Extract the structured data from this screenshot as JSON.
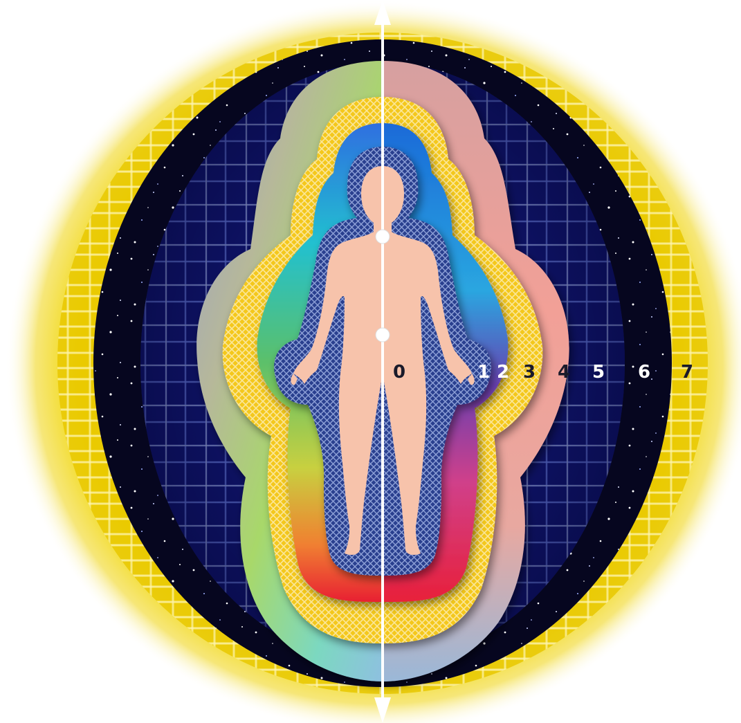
{
  "diagram": {
    "layers": [
      {
        "id": 0,
        "label": "0"
      },
      {
        "id": 1,
        "label": "1"
      },
      {
        "id": 2,
        "label": "2"
      },
      {
        "id": 3,
        "label": "3"
      },
      {
        "id": 4,
        "label": "4"
      },
      {
        "id": 5,
        "label": "5"
      },
      {
        "id": 6,
        "label": "6"
      },
      {
        "id": 7,
        "label": "7"
      }
    ],
    "colors": {
      "outer_glow": "#f2d600",
      "cosmic_dark": "#0a0a3a",
      "grid_blue": "#1f2fd0",
      "crosshatch_yellow": "#f4c81c",
      "crosshatch_navy": "#2a3f8f",
      "skin": "#f7c3ab",
      "axis": "#ffffff",
      "label_white": "#ffffff",
      "label_dark": "#1a1a2a"
    }
  }
}
